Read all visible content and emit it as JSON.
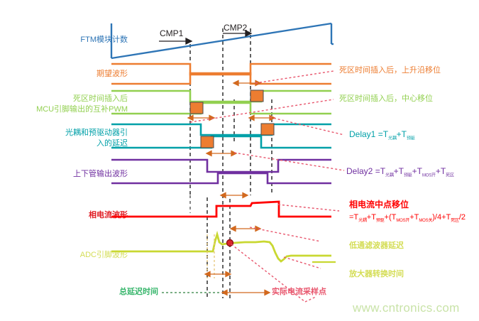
{
  "figure": {
    "type": "timing-diagram",
    "title_watermark": "www.cntronics.com",
    "background": "#ffffff"
  },
  "colors": {
    "ftm_blue": "#2e75b6",
    "expected_orange": "#ed7d31",
    "pwm_green": "#92d050",
    "opto_teal": "#00a0a8",
    "bridge_purple": "#7030a0",
    "current_red": "#ff0000",
    "adc_yellow": "#c9d832",
    "annotation_pink": "#e8566d",
    "dash_black": "#3b3b3b",
    "deadtime_orange_fill": "#ed7d31",
    "sample_point_red": "#d9262c"
  },
  "row_labels": [
    {
      "id": "ftm",
      "text": "FTM模块计数",
      "color": "#2e75b6"
    },
    {
      "id": "expected",
      "text": "期望波形",
      "color": "#ed7d31"
    },
    {
      "id": "pwm_line1",
      "text": "死区时间插入后",
      "color": "#92d050"
    },
    {
      "id": "pwm_line2",
      "text": "MCU引脚输出的互补PWM",
      "color": "#92d050"
    },
    {
      "id": "opto_line1",
      "text": "光耦和预驱动器引",
      "color": "#00a0a8"
    },
    {
      "id": "opto_line2",
      "text": "入的延迟",
      "color": "#00a0a8"
    },
    {
      "id": "bridge",
      "text": "上下管输出波形",
      "color": "#7030a0"
    },
    {
      "id": "current",
      "text": "相电流波形",
      "color": "#ff0000"
    },
    {
      "id": "adc",
      "text": "ADC引脚波形",
      "color": "#c9d832"
    }
  ],
  "cmp_markers": [
    {
      "id": "cmp1",
      "label": "CMP1"
    },
    {
      "id": "cmp2",
      "label": "CMP2"
    }
  ],
  "annotations": [
    {
      "id": "rising-edge-shift",
      "text": "死区时间插入后，上升沿移位",
      "color": "#ed7d31"
    },
    {
      "id": "center-shift",
      "text": "死区时间插入后，中心移位",
      "color": "#92d050"
    },
    {
      "id": "delay1",
      "prefix": "Delay1 =T",
      "sub1": "光耦",
      "mid": "+T",
      "sub2": "预驱",
      "color": "#00a0a8"
    },
    {
      "id": "delay2",
      "prefix": "Delay2 =T",
      "sub1": "光耦",
      "mid": "+T",
      "sub2": "预驱",
      "mid2": "+T",
      "sub3": "MOS开",
      "mid3": "+T",
      "sub4": "死区",
      "color": "#7030a0"
    },
    {
      "id": "current-midpoint-shift-title",
      "text": "相电流中点移位",
      "color": "#ff0000"
    },
    {
      "id": "current-midpoint-shift-formula",
      "parts": [
        "=T",
        "光耦",
        "+T",
        "预驱",
        "+(T",
        "MOS开",
        "+T",
        "MOS关",
        ")/4+T",
        "死区",
        "/2"
      ],
      "color": "#ff0000"
    },
    {
      "id": "lowpass-filter-delay",
      "text": "低通滤波器延迟",
      "color": "#c9d832"
    },
    {
      "id": "amplifier-conversion-time",
      "text": "放大器转换时间",
      "color": "#c9d832"
    },
    {
      "id": "total-delay-time",
      "text": "总延迟时间",
      "color": "#35b56a"
    },
    {
      "id": "actual-current-sample-point",
      "text": "实际电流采样点",
      "color": "#e8566d"
    }
  ]
}
